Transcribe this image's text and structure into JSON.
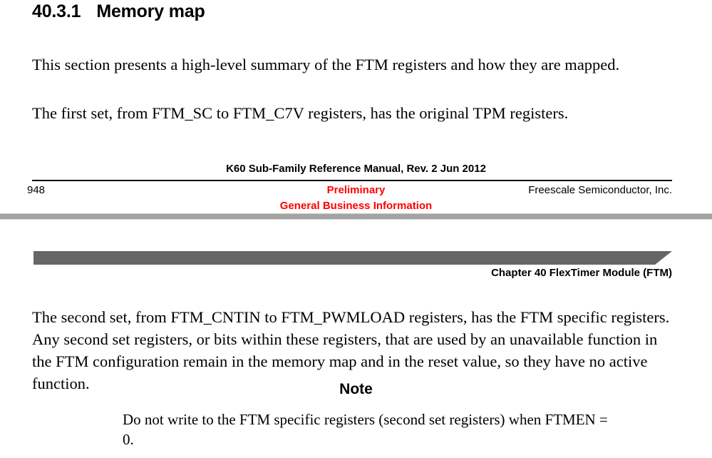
{
  "document": {
    "type": "reference-manual-page"
  },
  "page_one": {
    "heading": {
      "number": "40.3.1",
      "title": "Memory map"
    },
    "paragraphs": [
      "This section presents a high-level summary of the FTM registers and how they are mapped.",
      "The first set, from FTM_SC to FTM_C7V registers, has the original TPM registers."
    ],
    "footer": {
      "manual_title": "K60 Sub-Family Reference Manual, Rev. 2 Jun 2012",
      "page_number": "948",
      "company": "Freescale Semiconductor, Inc.",
      "status_line_1": "Preliminary",
      "status_line_2": "General Business Information",
      "status_color": "#ff0000"
    }
  },
  "page_two": {
    "banner": {
      "color": "#666666"
    },
    "chapter_label": "Chapter 40 FlexTimer Module (FTM)",
    "paragraphs": [
      "The second set, from FTM_CNTIN to FTM_PWMLOAD registers, has the FTM specific registers. Any second set registers, or bits within these registers, that are used by an unavailable function in the FTM configuration remain in the memory map and in the reset value, so they have no active function."
    ],
    "note": {
      "heading": "Note",
      "body": "Do not write to the FTM specific registers (second set registers) when FTMEN = 0."
    }
  },
  "separator": {
    "color": "#a3a3a3"
  }
}
